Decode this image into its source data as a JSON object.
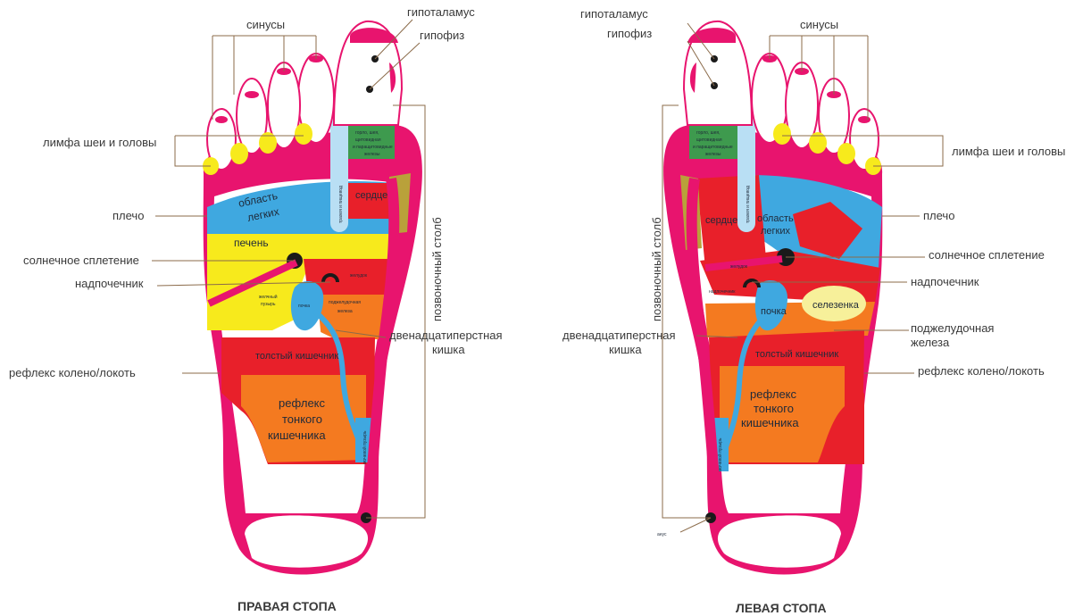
{
  "right_foot": {
    "caption": "ПРАВАЯ СТОПА",
    "labels": {
      "sinuses": "синусы",
      "hypothalamus": "гипоталамус",
      "pituitary": "гипофиз",
      "lymph": "лимфа шеи и головы",
      "shoulder": "плечо",
      "solar_plexus": "солнечное сплетение",
      "adrenal": "надпочечник",
      "duodenum_1": "двенадцатиперстная",
      "duodenum_2": "кишка",
      "knee": "рефлекс колено/локоть",
      "spine": "позвоночный столб"
    },
    "zones": {
      "lungs_1": "область",
      "lungs_2": "легких",
      "heart": "сердце",
      "liver": "печень",
      "trachea": "трахея и пищевод",
      "gallbladder_1": "желчный",
      "gallbladder_2": "пузырь",
      "kidney": "почка",
      "stomach": "желудок",
      "pancreas_1": "поджелудочная",
      "pancreas_2": "железа",
      "colon": "толстый кишечник",
      "small_int_1": "рефлекс",
      "small_int_2": "тонкого",
      "small_int_3": "кишечника",
      "bladder": "мочевой пузырь",
      "thyroid_1": "горло, шея,",
      "thyroid_2": "щитовидная",
      "thyroid_3": "и паращитовидные",
      "thyroid_4": "железы"
    }
  },
  "left_foot": {
    "caption": "ЛЕВАЯ СТОПА",
    "labels": {
      "hypothalamus": "гипоталамус",
      "pituitary": "гипофиз",
      "sinuses": "синусы",
      "lymph": "лимфа шеи и головы",
      "shoulder": "плечо",
      "solar_plexus": "солнечное сплетение",
      "adrenal": "надпочечник",
      "pancreas_1": "поджелудочная",
      "pancreas_2": "железа",
      "duodenum_1": "двенадцатиперстная",
      "duodenum_2": "кишка",
      "knee": "рефлекс колено/локоть",
      "spine": "позвоночный столб",
      "anus": "анус"
    },
    "zones": {
      "heart": "сердце",
      "lungs_1": "область",
      "lungs_2": "легких",
      "trachea": "трахея и пищевод",
      "stomach": "желудок",
      "adrenal_zone": "надпочечник",
      "kidney": "почка",
      "spleen": "селезенка",
      "colon": "толстый кишечник",
      "small_int_1": "рефлекс",
      "small_int_2": "тонкого",
      "small_int_3": "кишечника",
      "bladder": "мочевой пузырь",
      "thyroid_1": "горло, шея,",
      "thyroid_2": "щитовидная",
      "thyroid_3": "и паращитовидные",
      "thyroid_4": "железы"
    }
  },
  "colors": {
    "pink": "#e8146e",
    "red": "#e8202a",
    "yellow": "#f7ea1c",
    "blue": "#3fa8e0",
    "light_blue": "#b9dff4",
    "orange": "#f47a20",
    "green": "#3e9a4e",
    "olive": "#b9a13a",
    "white": "#ffffff",
    "dark": "#1a1a1a",
    "leader": "#8b6b4a"
  }
}
